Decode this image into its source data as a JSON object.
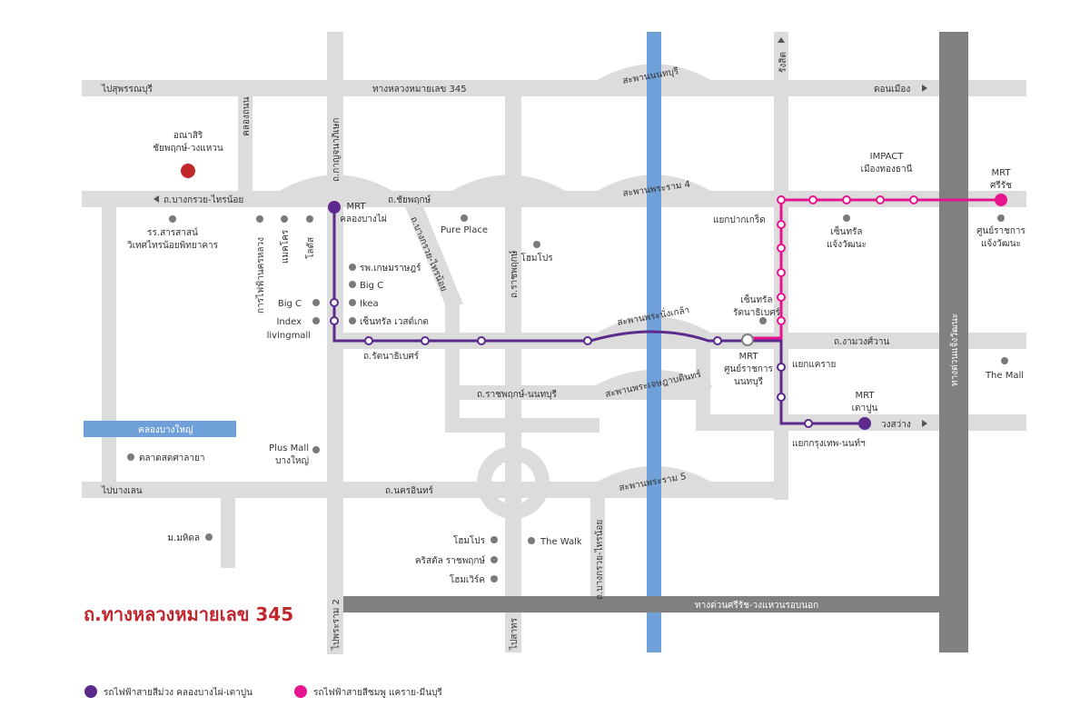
{
  "title": "ถ.ทางหลวงหมายเลข 345",
  "colors": {
    "road": "#dcdcdc",
    "expressway": "#808080",
    "canal": "#6fa0d8",
    "purple_line": "#5b2a8c",
    "pink_line": "#e6158f",
    "project": "#c0272d",
    "poi_dot": "#7a7a7a"
  },
  "project": {
    "name_line1": "อณาสิริ",
    "name_line2": "ชัยพฤกษ์-วงแหวน"
  },
  "roads": {
    "to_suphanburi": "ไปสุพรรณบุรี",
    "highway_345": "ทางหลวงหมายเลข 345",
    "don_mueang": "ดอนเมือง",
    "bang_kruai_sai_noi": "ถ.บางกรวย-ไทรน้อย",
    "chaiyaphruek": "ถ.ชัยพฤกษ์",
    "kanchanaphisek": "ถ.กาญจนาภิเษก",
    "khlong_thon": "คลองถนน",
    "rattanathibet": "ถ.รัตนาธิเบศร์",
    "ratchaphruek": "ถ.ราชพฤกษ์",
    "bang_kruai_sai_noi_diag": "ถ.บางกรวย-ไทรน้อย",
    "ratchaphruek_nonthaburi": "ถ.ราชพฤกษ์-นนทบุรี",
    "ngam_wong_wan": "ถ.งามวงศ์วาน",
    "nakhon_in": "ถ.นครอินทร์",
    "to_bang_len": "ไปบางเลน",
    "to_phra_ram_2": "ไปพระราม 2",
    "to_sathon": "ไปสาทร",
    "bang_kruai_sai_noi_south": "ถ.บางกรวย-ไทรน้อย",
    "rangsit": "รังสิต",
    "wong_sawang": "วงสว่าง",
    "chaeng_watthana_exp": "ทางด่วนแจ้งวัฒนะ",
    "sirirat_exp": "ทางด่วนศรีรัช-วงแหวนรอบนอก",
    "khlong_bang_yai": "คลองบางใหญ่"
  },
  "bridges": {
    "nonthaburi": "สะพานนนทบุรี",
    "rama4": "สะพานพระราม 4",
    "phra_nang_klao": "สะพานพระนั่งเกล้า",
    "phra_chetsada": "สะพานพระเจษฎาบดินทร์",
    "rama5": "สะพานพระราม 5"
  },
  "pois": {
    "school_line1": "รร.สารสาสน์",
    "school_line2": "วิเทศไทรน้อยพิทยาคาร",
    "egat": "การไฟฟ้านครหลวง",
    "makro": "แมคโคร",
    "lotus": "โลตัส",
    "kasemrad": "รพ.เกษมราษฎร์",
    "bigc_1": "Big C",
    "ikea": "Ikea",
    "central_westgate": "เซ็นทรัล เวสต์เกต",
    "bigc_2": "Big C",
    "index_line1": "Index",
    "index_line2": "livingmall",
    "pure_place": "Pure Place",
    "homepro_1": "โฮมโปร",
    "central_chaeng_line1": "เซ็นทรัล",
    "central_chaeng_line2": "แจ้งวัฒนะ",
    "impact_line1": "IMPACT",
    "impact_line2": "เมืองทองธานี",
    "gov_center_line1": "ศูนย์ราชการ",
    "gov_center_line2": "แจ้งวัฒนะ",
    "central_rattana_line1": "เซ็นทรัล",
    "central_rattana_line2": "รัตนาธิเบศร์",
    "the_mall": "The Mall",
    "plus_mall_line1": "Plus Mall",
    "plus_mall_line2": "บางใหญ่",
    "market": "ตลาดสดศาลายา",
    "mahidol": "ม.มหิดล",
    "homepro_2": "โฮมโปร",
    "crystal": "คริสตัล ราชพฤกษ์",
    "home_works": "โฮมเวิร์ค",
    "the_walk": "The Walk"
  },
  "stations": {
    "khlong_bang_phai_line1": "MRT",
    "khlong_bang_phai_line2": "คลองบางไผ่",
    "nonthaburi_center_line1": "MRT",
    "nonthaburi_center_line2": "ศูนย์ราชการ",
    "nonthaburi_center_line3": "นนทบุรี",
    "tao_poon_line1": "MRT",
    "tao_poon_line2": "เตาปูน",
    "si_rat_line1": "MRT",
    "si_rat_line2": "ศรีรัช"
  },
  "junctions": {
    "pak_kret": "แยกปากเกร็ด",
    "khae_rai": "แยกแคราย",
    "bangkok_nonthaburi": "แยกกรุงเทพ-นนท์ฯ"
  },
  "legend": {
    "purple": "รถไฟฟ้าสายสีม่วง คลองบางไผ่-เตาปูน",
    "pink": "รถไฟฟ้าสายสีชมพู แคราย-มีนบุรี"
  }
}
